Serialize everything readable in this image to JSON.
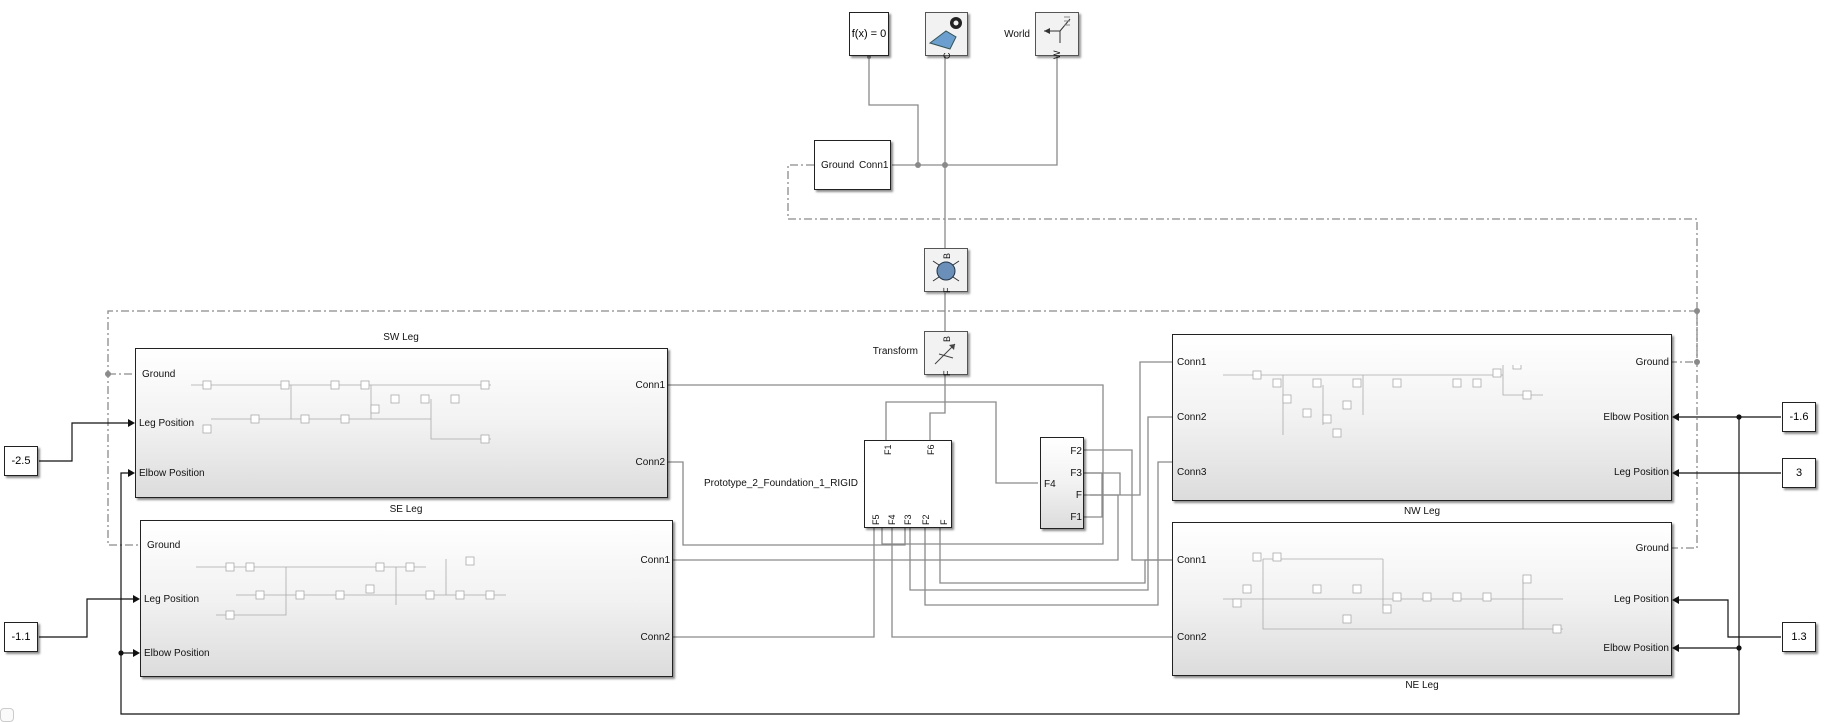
{
  "blocks": {
    "fx": "f(x) = 0",
    "world": "World",
    "ground": {
      "left": "Ground",
      "right": "Conn1"
    },
    "transform": "Transform",
    "foundation_name": "Prototype_2_Foundation_1_RIGID",
    "foundation_ports": {
      "top": [
        "F1",
        "F6"
      ],
      "bottom": [
        "F5",
        "F4",
        "F3",
        "F2",
        "F"
      ]
    },
    "joint_ports": {
      "left": "F4",
      "right": [
        "F2",
        "F3",
        "F",
        "F1"
      ]
    },
    "solver_port": "C",
    "world_port": "W",
    "bushing_ports": {
      "base": "B",
      "follower": "F"
    },
    "transform_ports": {
      "base": "B",
      "follower": "F"
    }
  },
  "subsystems": {
    "sw": {
      "title": "SW Leg",
      "ports_left": [
        "Ground",
        "Leg Position",
        "Elbow Position"
      ],
      "ports_right": [
        "Conn1",
        "Conn2"
      ]
    },
    "se": {
      "title": "SE Leg",
      "ports_left": [
        "Ground",
        "Leg Position",
        "Elbow Position"
      ],
      "ports_right": [
        "Conn1",
        "Conn2"
      ]
    },
    "nw": {
      "title": "NW Leg",
      "ports_left": [
        "Conn1",
        "Conn2",
        "Conn3"
      ],
      "ports_right": [
        "Ground",
        "Elbow Position",
        "Leg Position"
      ]
    },
    "ne": {
      "title": "NE Leg",
      "ports_left": [
        "Conn1",
        "Conn2"
      ],
      "ports_right": [
        "Ground",
        "Leg Position",
        "Elbow Position"
      ]
    }
  },
  "constants": {
    "c1": "-2.5",
    "c2": "-1.1",
    "c3": "-1.6",
    "c4": "3",
    "c5": "1.3"
  },
  "colors": {
    "line": "#8a8a8a",
    "signal": "#111111",
    "border": "#222222",
    "icon": "#4a7fb5"
  }
}
